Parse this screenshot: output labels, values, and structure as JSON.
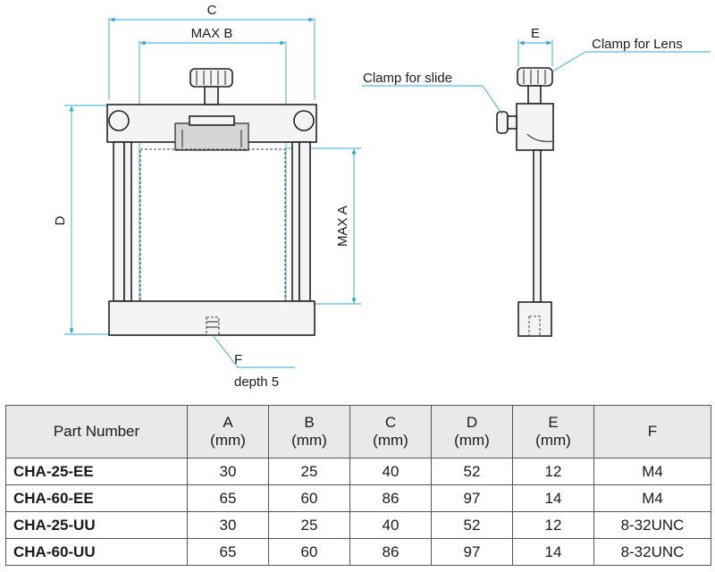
{
  "labels": {
    "C": "C",
    "max_b": "MAX B",
    "max_a": "MAX A",
    "d": "D",
    "e": "E",
    "f": "F",
    "depth": "depth 5",
    "clamp_lens": "Clamp for Lens",
    "clamp_slide": "Clamp for slide"
  },
  "table": {
    "headers": [
      {
        "l1": "Part Number",
        "l2": ""
      },
      {
        "l1": "A",
        "l2": "(mm)"
      },
      {
        "l1": "B",
        "l2": "(mm)"
      },
      {
        "l1": "C",
        "l2": "(mm)"
      },
      {
        "l1": "D",
        "l2": "(mm)"
      },
      {
        "l1": "E",
        "l2": "(mm)"
      },
      {
        "l1": "F",
        "l2": ""
      }
    ],
    "rows": [
      [
        "CHA-25-EE",
        "30",
        "25",
        "40",
        "52",
        "12",
        "M4"
      ],
      [
        "CHA-60-EE",
        "65",
        "60",
        "86",
        "97",
        "14",
        "M4"
      ],
      [
        "CHA-25-UU",
        "30",
        "25",
        "40",
        "52",
        "12",
        "8-32UNC"
      ],
      [
        "CHA-60-UU",
        "65",
        "60",
        "86",
        "97",
        "14",
        "8-32UNC"
      ]
    ]
  }
}
